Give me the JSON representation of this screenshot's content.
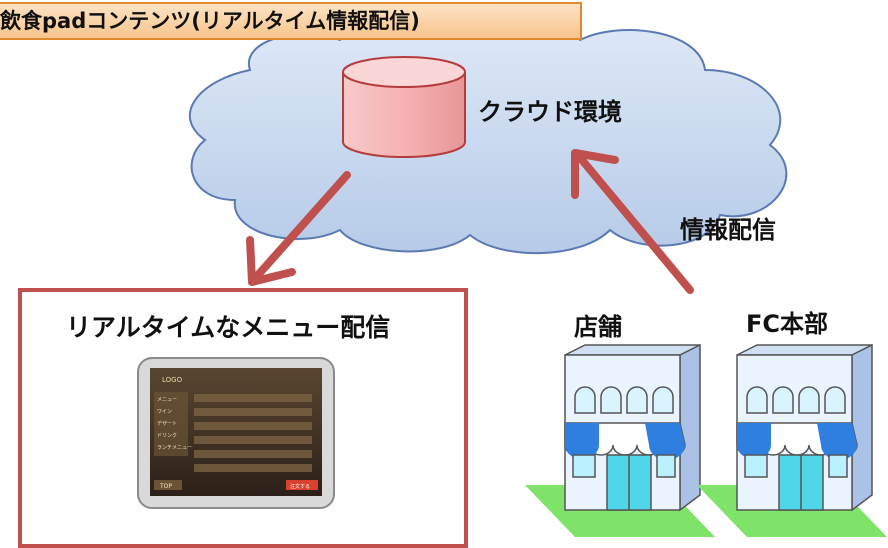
{
  "title": "飲食padコンテンツ(リアルタイム情報配信)",
  "cloud": {
    "label": "クラウド環境"
  },
  "delivery_label": "情報配信",
  "menu_panel": {
    "title": "リアルタイムなメニュー配信",
    "tablet": {
      "logo": "LOGO",
      "categories": [
        "メニュー",
        "ワイン",
        "デザート",
        "ドリンク",
        "ランチメニュー"
      ],
      "top_button": "TOP",
      "order_button": "注文する"
    }
  },
  "store": {
    "label": "店舗"
  },
  "hq": {
    "label": "FC本部"
  },
  "colors": {
    "cloud_fill": "#c6d9f1",
    "cloud_stroke": "#5b7ab3",
    "db_fill": "#f4b5b5",
    "db_stroke": "#b53c3c",
    "arrow": "#c0504d",
    "title_border": "#e08a2e",
    "awning": "#2f7fe0",
    "building_wall": "#e6f2ff",
    "ground": "#7fe36a"
  }
}
